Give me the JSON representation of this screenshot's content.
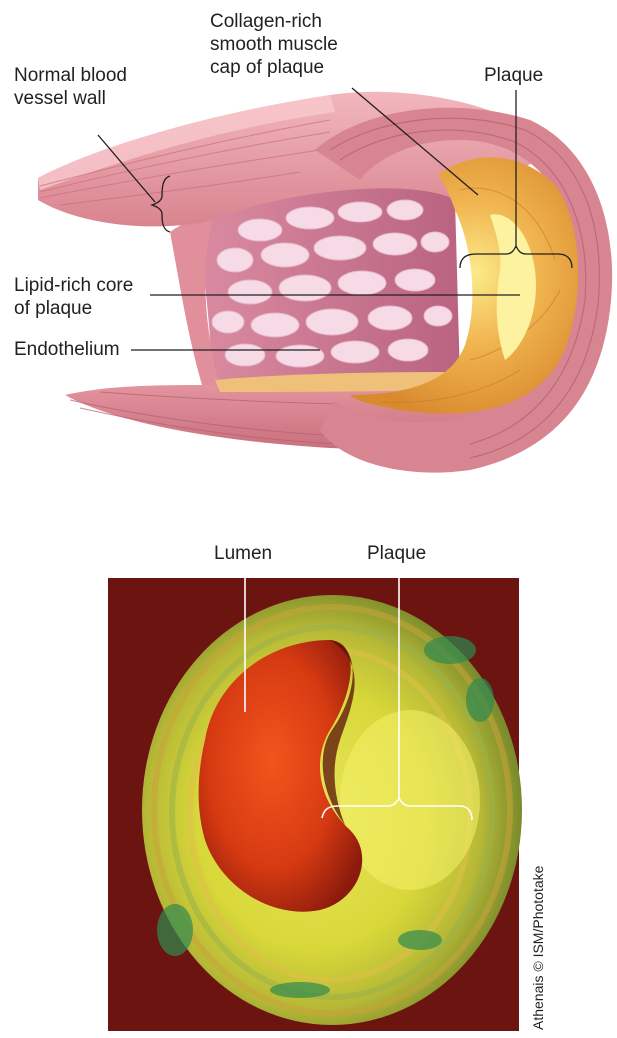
{
  "diagram": {
    "labels": {
      "collagen_cap": [
        "Collagen-rich",
        "smooth muscle",
        "cap of plaque"
      ],
      "plaque_top": "Plaque",
      "normal_wall": [
        "Normal blood",
        "vessel wall"
      ],
      "lipid_core": [
        "Lipid-rich core",
        "of plaque"
      ],
      "endothelium": "Endothelium"
    }
  },
  "photo": {
    "labels": {
      "lumen": "Lumen",
      "plaque": "Plaque"
    },
    "credit": "Athenais © ISM/Phototake"
  }
}
